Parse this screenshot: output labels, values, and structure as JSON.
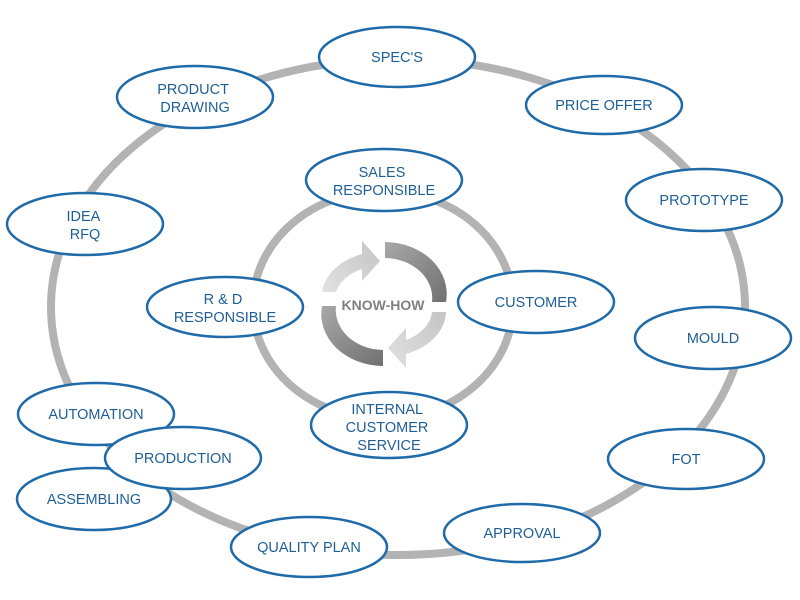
{
  "center_label": "KNOW-HOW",
  "outer_cycle": [
    {
      "id": "spec",
      "lines": [
        "SPEC'S"
      ]
    },
    {
      "id": "price-offer",
      "lines": [
        "PRICE OFFER"
      ]
    },
    {
      "id": "prototype",
      "lines": [
        "PROTOTYPE"
      ]
    },
    {
      "id": "mould",
      "lines": [
        "MOULD"
      ]
    },
    {
      "id": "fot",
      "lines": [
        "FOT"
      ]
    },
    {
      "id": "approval",
      "lines": [
        "APPROVAL"
      ]
    },
    {
      "id": "quality-plan",
      "lines": [
        "QUALITY PLAN"
      ]
    },
    {
      "id": "assembling",
      "lines": [
        "ASSEMBLING"
      ]
    },
    {
      "id": "automation",
      "lines": [
        "AUTOMATION"
      ]
    },
    {
      "id": "production",
      "lines": [
        "PRODUCTION"
      ]
    },
    {
      "id": "idea-rfq",
      "lines": [
        "IDEA",
        "RFQ"
      ]
    },
    {
      "id": "product-drawing",
      "lines": [
        "PRODUCT",
        "DRAWING"
      ]
    }
  ],
  "inner_cycle": [
    {
      "id": "sales-responsible",
      "lines": [
        "SALES",
        "RESPONSIBLE"
      ]
    },
    {
      "id": "customer",
      "lines": [
        "CUSTOMER"
      ]
    },
    {
      "id": "internal-customer-service",
      "lines": [
        "INTERNAL",
        "CUSTOMER",
        "SERVICE"
      ]
    },
    {
      "id": "rd-responsible",
      "lines": [
        "R & D",
        "RESPONSIBLE"
      ]
    }
  ],
  "colors": {
    "ellipse_stroke": "#1f6aa8",
    "ellipse_fill": "#ffffff",
    "text": "#1f5f95",
    "ring": "#b3b3b3",
    "arrow_dark": "#8c8c8c",
    "arrow_light": "#c8c8c8",
    "center_text": "#808080"
  }
}
